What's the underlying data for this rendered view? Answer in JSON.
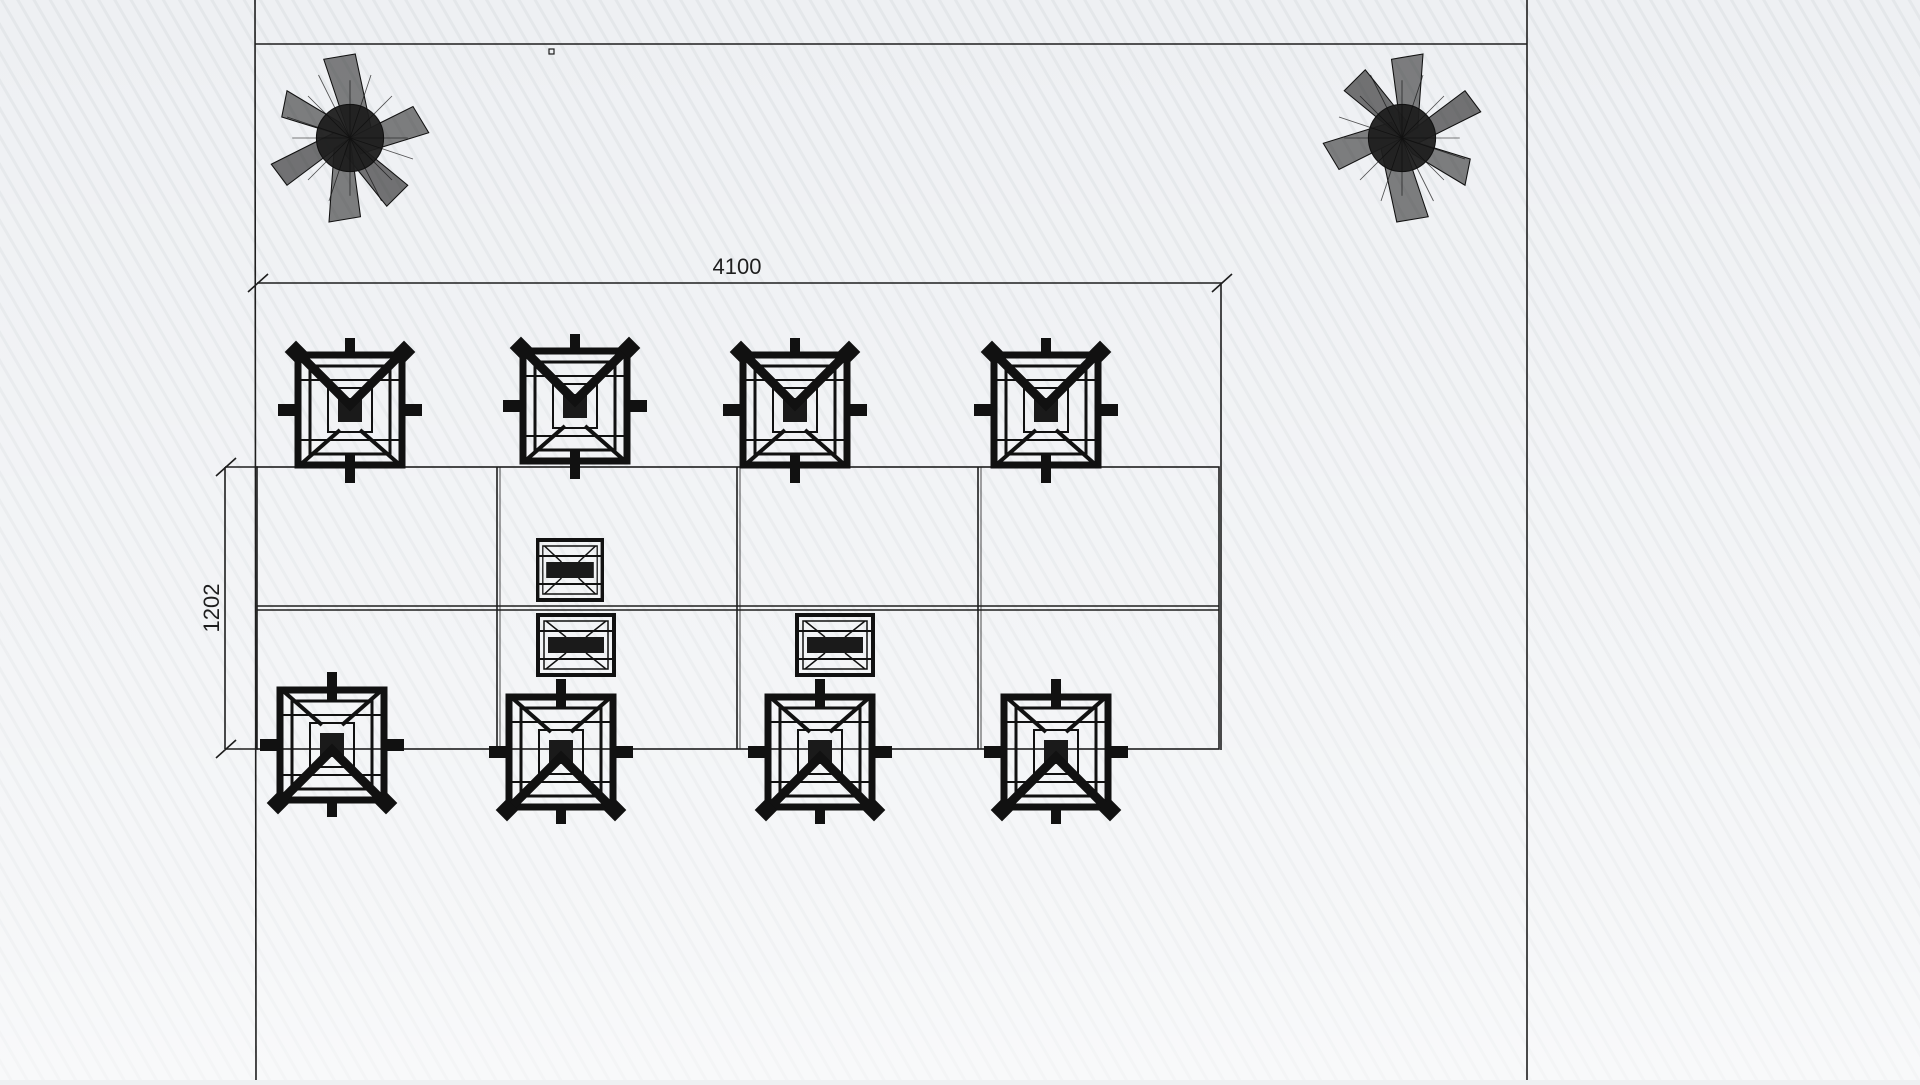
{
  "dimensions": {
    "width_label": "4100",
    "height_label": "1202"
  },
  "stage": {
    "columns": 4,
    "rows": 2
  },
  "plants": [
    {
      "name": "potted-plant-top-left"
    },
    {
      "name": "potted-plant-top-right"
    }
  ],
  "chairs": {
    "top_row": 4,
    "bottom_row": 4
  },
  "stage_boxes": 3,
  "colors": {
    "background": "#eef0f2",
    "line": "#1e1e1e",
    "fill_dark": "#161616"
  }
}
